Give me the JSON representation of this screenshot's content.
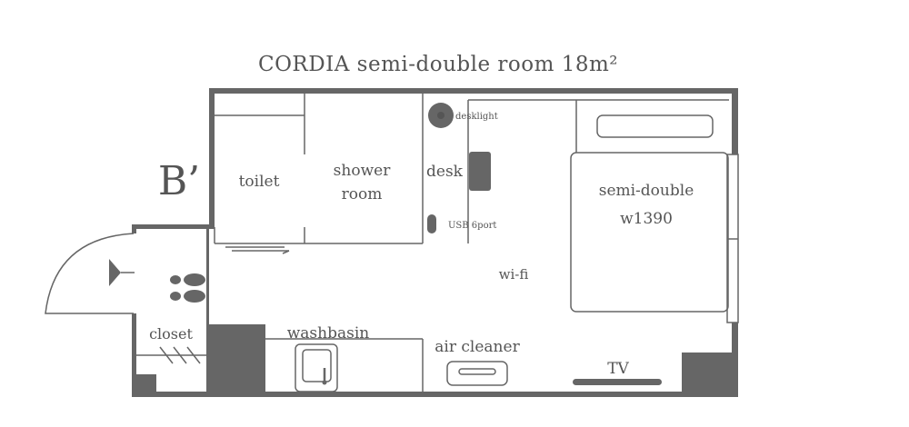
{
  "title": "CORDIA  semi-double  room 18m²",
  "room_code": "B’",
  "labels": {
    "toilet": "toilet",
    "shower_1": "shower",
    "shower_2": "room",
    "desk": "desk",
    "desklight": "desklight",
    "usb": "USB 6port",
    "bed_1": "semi-double",
    "bed_2": "w1390",
    "wifi": "wi-fi",
    "closet": "closet",
    "washbasin": "washbasin",
    "air_cleaner": "air cleaner",
    "tv": "TV"
  },
  "colors": {
    "wall": "#666666",
    "text": "#555555"
  }
}
